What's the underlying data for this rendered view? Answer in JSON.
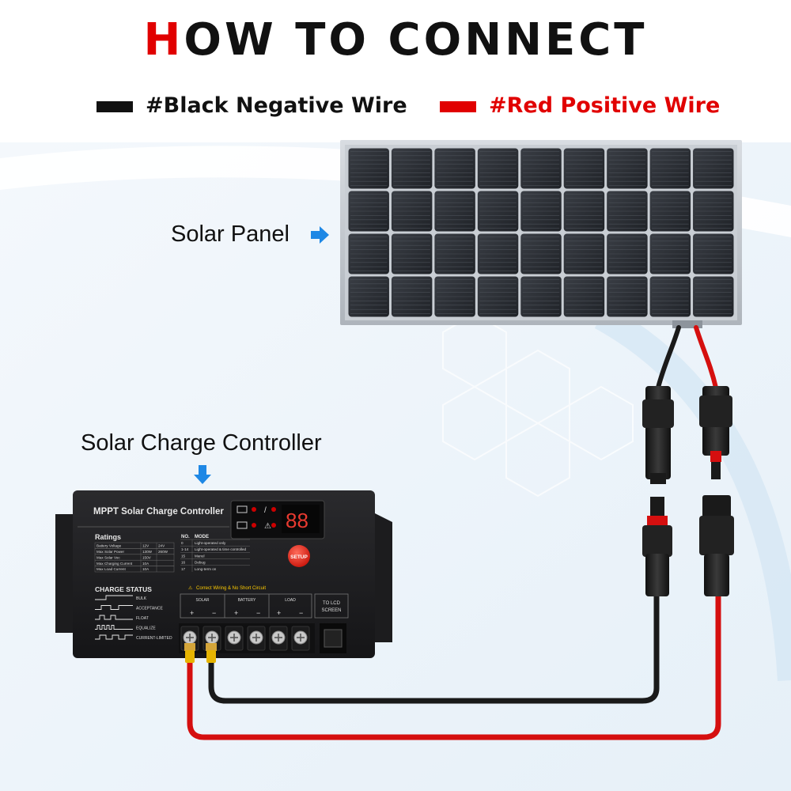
{
  "title": {
    "first_letter": "H",
    "rest": "OW TO CONNECT"
  },
  "legend": {
    "black": {
      "label": "#Black Negative Wire",
      "color": "#111111"
    },
    "red": {
      "label": "#Red Positive Wire",
      "color": "#e10000"
    }
  },
  "labels": {
    "solar_panel": "Solar Panel",
    "controller": "Solar Charge Controller"
  },
  "controller": {
    "header": "MPPT Solar Charge Controller",
    "display": "88",
    "setup": "SETUP",
    "ratings_title": "Ratings",
    "ratings_cols": [
      "",
      "12V",
      "24V"
    ],
    "ratings": [
      [
        "Battery Voltage",
        "12V",
        "24V"
      ],
      [
        "Max Solar Power",
        "130W",
        "260W"
      ],
      [
        "Max Solar Voc",
        "150V",
        ""
      ],
      [
        "Max Charging Current",
        "10A",
        ""
      ],
      [
        "Max Load Current",
        "10A",
        ""
      ]
    ],
    "mode_cols": [
      "NO.",
      "MODE"
    ],
    "modes": [
      [
        "0",
        "Light-operated only"
      ],
      [
        "1-14",
        "Light-operated & time controlled"
      ],
      [
        "15",
        "Manul"
      ],
      [
        "16",
        "Debug"
      ],
      [
        "17",
        "Long-term on"
      ]
    ],
    "charge_status_title": "CHARGE STATUS",
    "charge_status": [
      "BULK",
      "ACCEPTANCE",
      "FLOAT",
      "EQUALIZE",
      "CURRENT-LIMITED"
    ],
    "warning": "Correct Wiring & No Short Circuit",
    "terminals": {
      "solar": "SOLAR",
      "battery": "BATTERY",
      "load": "LOAD"
    },
    "lcd": [
      "TO LCD",
      "SCREEN"
    ]
  },
  "colors": {
    "accent_blue": "#1e88e5",
    "panel_cell": "#2a2d33",
    "controller_body": "#1c1c1e"
  }
}
